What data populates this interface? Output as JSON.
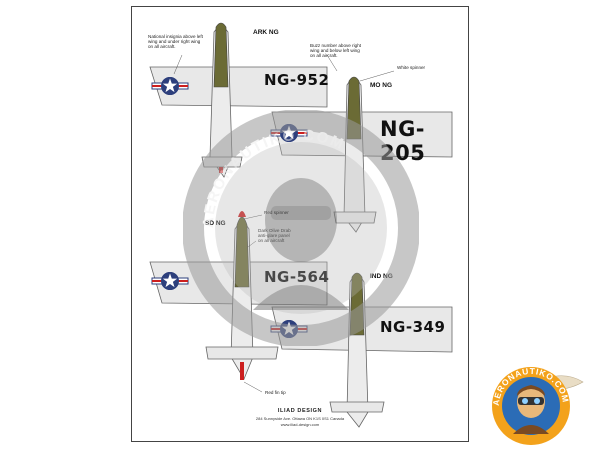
{
  "aircraft": [
    {
      "code": "ARK NG",
      "serial": "NG-952"
    },
    {
      "code": "MO NG",
      "serial": "NG-205"
    },
    {
      "code": "SD NG",
      "serial": "NG-564"
    },
    {
      "code": "IND NG",
      "serial": "NG-349"
    }
  ],
  "notes": {
    "insignia": [
      "National insignia above left",
      "wing and under right wing",
      "on all aircraft."
    ],
    "buzz": [
      "Buzz number above right",
      "wing and below left wing",
      "on all aircraft."
    ],
    "white_spinner": "White spinner",
    "red_spinner": "Red spinner",
    "olive_drab": [
      "Dark Olive Drab",
      "anti-glare panel",
      "on all aircraft"
    ],
    "red_fin_tip": "Red fin tip"
  },
  "footer": {
    "title": "ILIAD DESIGN",
    "line1": "284 Sunnyside Ave.  Ottawa ON  K1S 0S1  Canada",
    "line2": "www.iliad-design.com"
  },
  "watermark_text": "AERONAUTIKO.COM",
  "badge_text": "AERONAUTIKO.COM",
  "colors": {
    "olive_drab": "#6b6b35",
    "insignia_blue": "#2d3f7c",
    "red": "#cc1f1f",
    "plane_grey": "#e4e4e4"
  }
}
